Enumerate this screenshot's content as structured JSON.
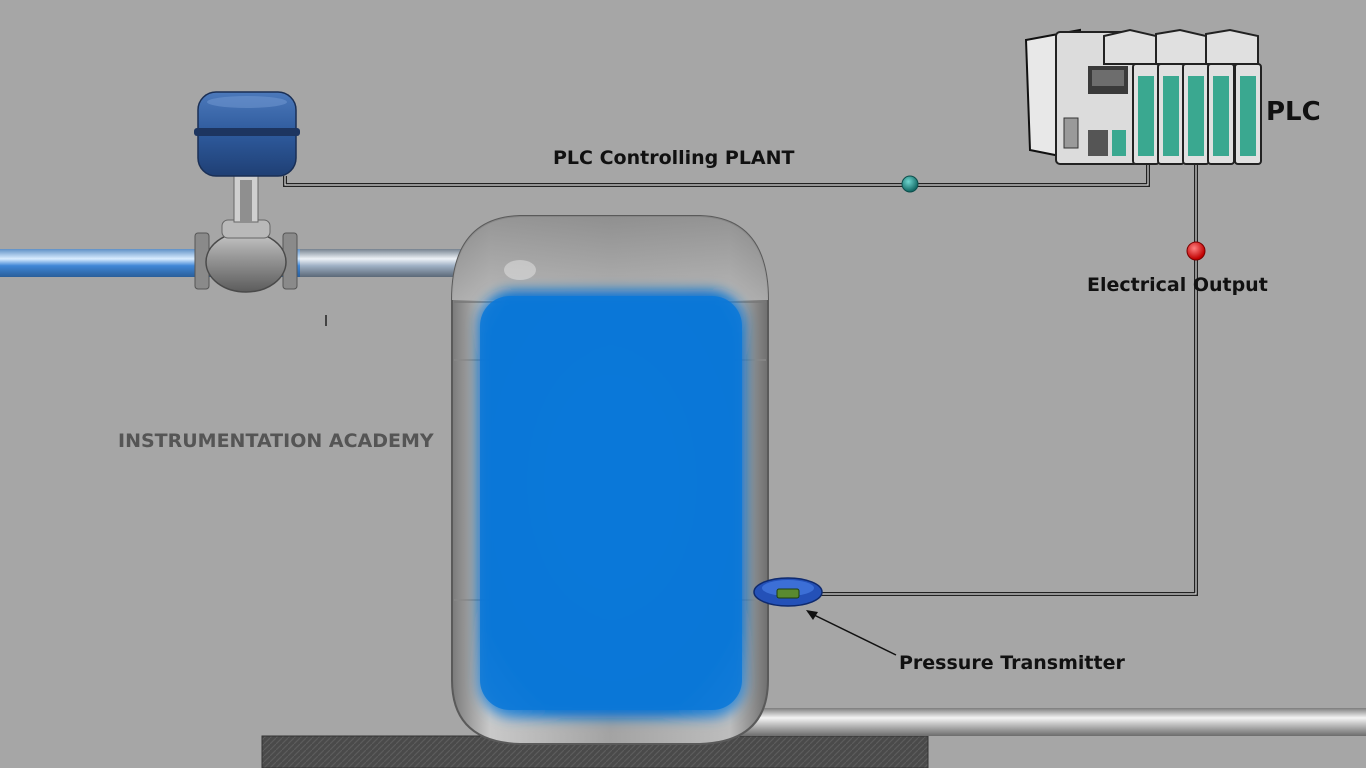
{
  "diagram": {
    "title": "PLC Controlling PLANT",
    "plc_label": "PLC",
    "electrical_output_label": "Electrical Output",
    "pressure_transmitter_label": "Pressure Transmitter",
    "watermark": "INSTRUMENTATION ACADEMY"
  },
  "colors": {
    "background": "#a6a6a6",
    "liquid": "#0078d4",
    "signal_dot_output": "#e01010",
    "signal_dot_input": "#1a8f8a",
    "actuator": "#2f5fa6",
    "plc_module_accent": "#3aa890"
  },
  "icons": {
    "control_valve": "control-valve-icon",
    "tank": "tank-icon",
    "plc": "plc-rack-icon",
    "transmitter": "pressure-transmitter-icon"
  }
}
